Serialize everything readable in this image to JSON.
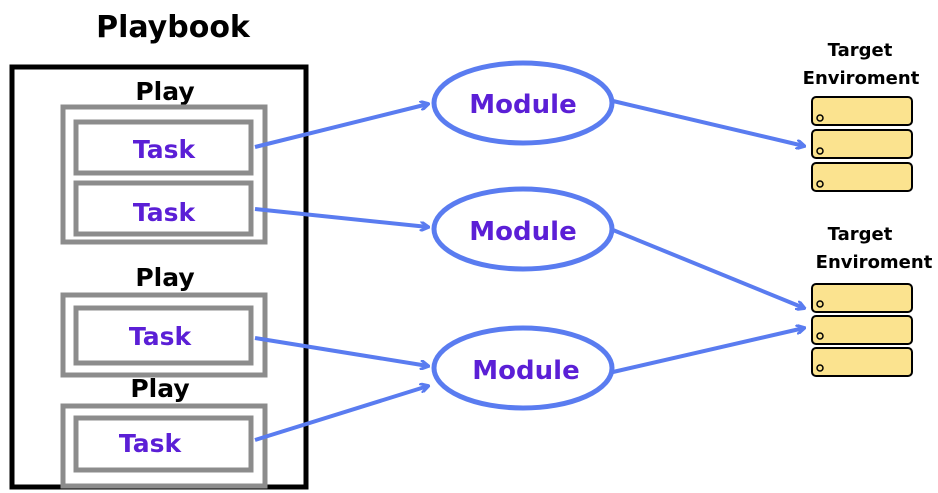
{
  "playbook": {
    "title": "Playbook",
    "plays": [
      {
        "label": "Play",
        "tasks": [
          {
            "label": "Task"
          },
          {
            "label": "Task"
          }
        ]
      },
      {
        "label": "Play",
        "tasks": [
          {
            "label": "Task"
          }
        ]
      },
      {
        "label": "Play",
        "tasks": [
          {
            "label": "Task"
          }
        ]
      }
    ]
  },
  "modules": [
    {
      "label": "Module"
    },
    {
      "label": "Module"
    },
    {
      "label": "Module"
    }
  ],
  "targets": [
    {
      "label_line1": "Target",
      "label_line2": "Enviroment"
    },
    {
      "label_line1": "Target",
      "label_line2": "Enviroment"
    }
  ],
  "colors": {
    "arrow": "#5a7cf0",
    "label_purple": "#5b1fd6",
    "play_border": "#8c8c8c",
    "playbook_border": "#000000",
    "server_fill": "#fbe38f",
    "server_border": "#000000"
  }
}
